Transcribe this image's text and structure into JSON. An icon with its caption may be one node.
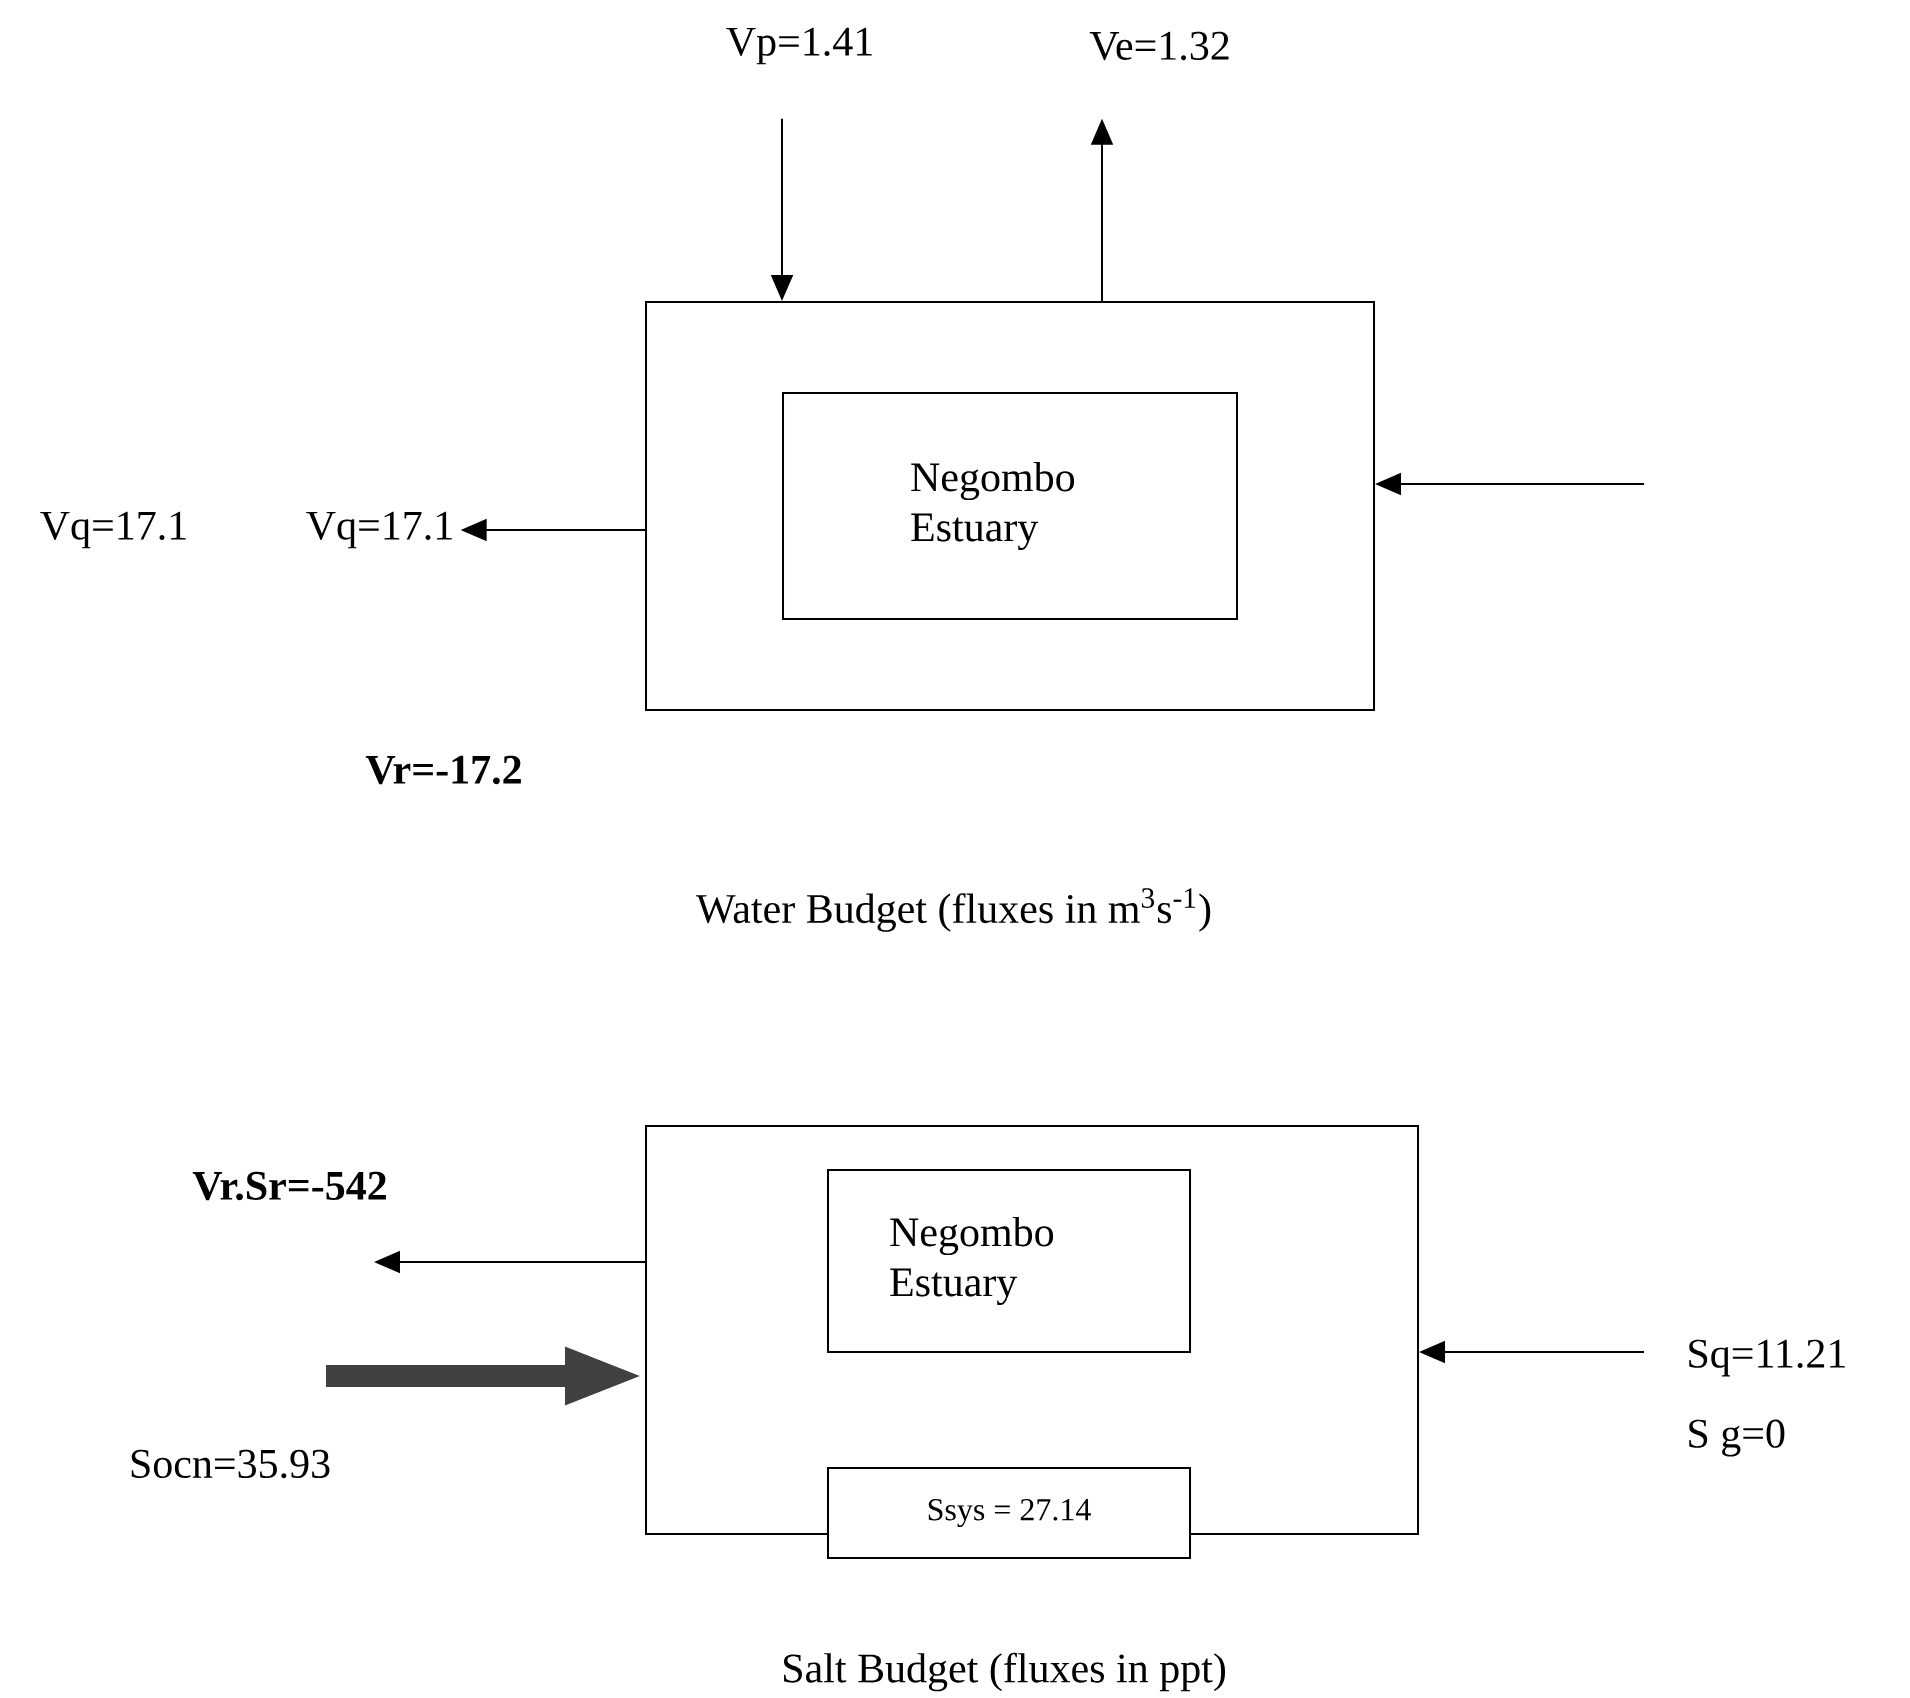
{
  "diagram": {
    "nodes": [
      {
        "text": [],
        "shape": "box"
      },
      {
        "text": [
          "Negombo Estuary"
        ],
        "in": 0
      },
      {
        "text": [
          "Vp=1.41"
        ]
      },
      {
        "text": [
          "Ve=1.32"
        ]
      },
      {
        "text": [
          "Vq=17.1"
        ]
      },
      {
        "text": [],
        "shape": "box"
      },
      {
        "text": [
          "Negombo Estuary"
        ],
        "in": 5
      },
      {
        "text": [
          "Ssys = 27.14"
        ]
      }
    ],
    "edges": [
      {
        "from": 2,
        "to": 0,
        "arrow": "to"
      },
      {
        "from": 0,
        "to": 3,
        "arrow": "to"
      },
      {
        "from": 0,
        "to": 4,
        "arrow": "to"
      },
      {
        "from": null,
        "to": 0,
        "arrow": "to"
      },
      {
        "from": 5,
        "to": null,
        "arrow": "to"
      },
      {
        "from": null,
        "to": 5,
        "arrow": "to",
        "style": "thick",
        "color": "#404040"
      },
      {
        "from": null,
        "to": 5,
        "arrow": "to"
      }
    ],
    "labels": [
      "Vq=17.1",
      "Vr=-17.2",
      "Water Budget (fluxes in m$^{3}$s$^{-1}$)",
      "Vr.Sr=-542",
      "Socn=35.93",
      "Sq=11.21",
      "S g=0",
      "Salt Budget (fluxes in ppt)"
    ]
  }
}
